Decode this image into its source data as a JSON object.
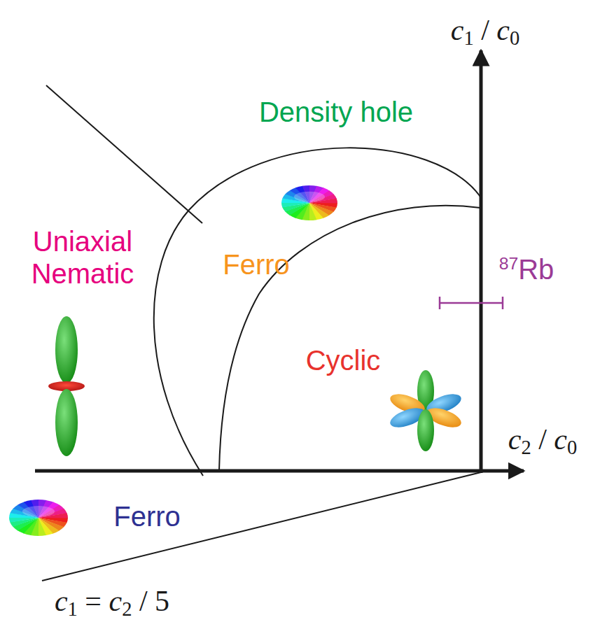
{
  "diagram": {
    "labels": [
      "c1 / c0",
      "Density hole",
      "Uniaxial Nematic",
      "Ferro",
      "87Rb",
      "Cyclic",
      "c2 / c0",
      "Ferro",
      "c1 = c2 / 5"
    ]
  }
}
